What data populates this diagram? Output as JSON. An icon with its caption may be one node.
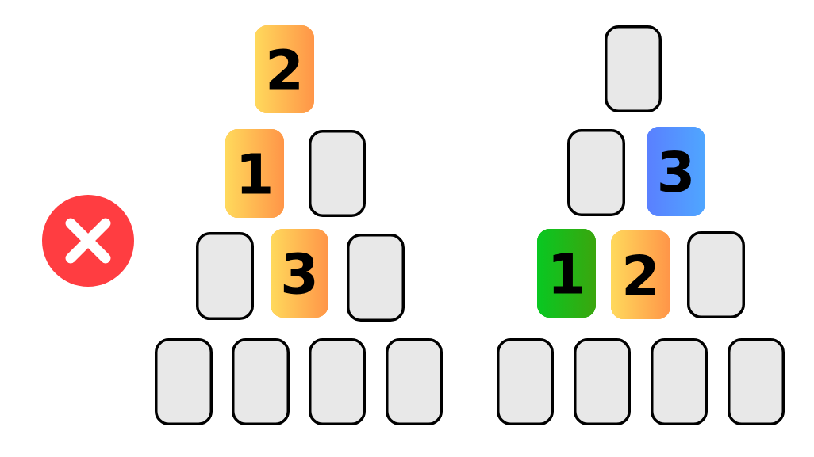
{
  "diagram": {
    "nodes": [
      {
        "text": [
          "2"
        ]
      },
      {
        "text": [
          "1"
        ]
      },
      {
        "text": [],
        "shape": "box"
      },
      {
        "text": [],
        "shape": "box"
      },
      {
        "text": [
          "3"
        ]
      },
      {
        "text": [],
        "shape": "box"
      },
      {
        "text": [],
        "shape": "box"
      },
      {
        "text": [],
        "shape": "box"
      },
      {
        "text": [],
        "shape": "box"
      },
      {
        "text": [],
        "shape": "box"
      },
      {
        "text": [],
        "shape": "box"
      },
      {
        "text": [],
        "shape": "box"
      },
      {
        "text": [
          "3"
        ]
      },
      {
        "text": [
          "1"
        ]
      },
      {
        "text": [
          "2"
        ]
      },
      {
        "text": [],
        "shape": "box"
      },
      {
        "text": [],
        "shape": "box"
      },
      {
        "text": [],
        "shape": "box"
      },
      {
        "text": [],
        "shape": "box"
      },
      {
        "text": [],
        "shape": "box"
      }
    ]
  }
}
